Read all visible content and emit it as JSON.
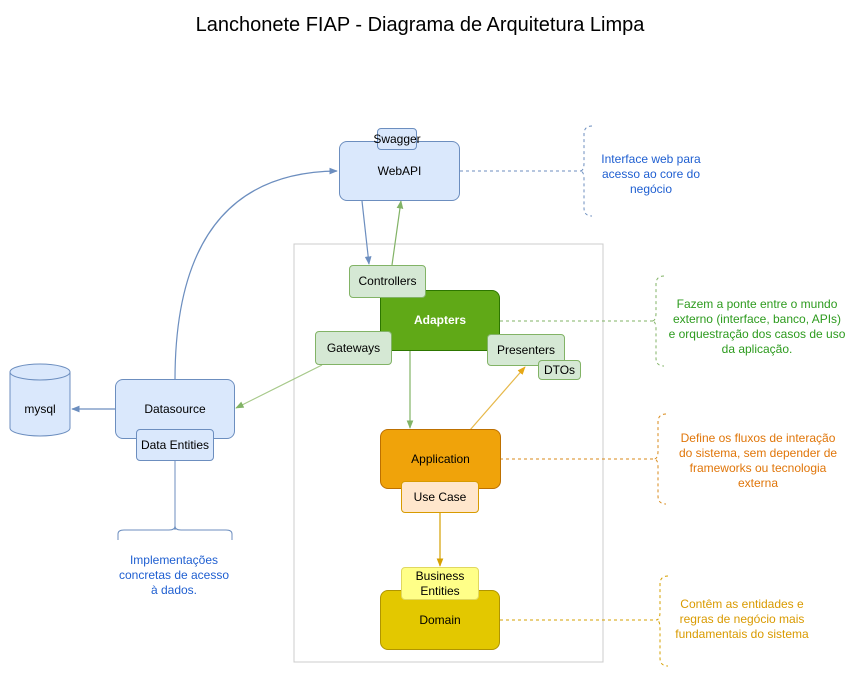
{
  "title": "Lanchonete FIAP - Diagrama de Arquitetura Limpa",
  "nodes": {
    "swagger": "Swagger",
    "webapi": "WebAPI",
    "controllers": "Controllers",
    "adapters": "Adapters",
    "gateways": "Gateways",
    "presenters": "Presenters",
    "dtos": "DTOs",
    "mysql": "mysql",
    "datasource": "Datasource",
    "data_entities": "Data Entities",
    "application": "Application",
    "use_case": "Use Case",
    "business_entities": "Business Entities",
    "domain": "Domain"
  },
  "notes": {
    "webapi": "Interface web para acesso ao core do negócio",
    "adapters": "Fazem a ponte entre o mundo externo (interface, banco, APIs) e orquestração dos casos de uso da aplicação.",
    "application": "Define os fluxos de interação do sistema, sem depender de frameworks ou tecnologia externa",
    "domain": "Contêm as entidades e regras de negócio mais fundamentais do sistema",
    "datasource": "Implementações concretas de acesso à dados."
  },
  "colors": {
    "blue_fill": "#dae8fc",
    "green_dark": "#60a917",
    "orange": "#f0a30a",
    "yellow": "#e3c800",
    "note_blue": "#1f5fd1",
    "note_green": "#2d9b1e",
    "note_orange": "#e0760a",
    "note_yellow": "#d99a00"
  }
}
